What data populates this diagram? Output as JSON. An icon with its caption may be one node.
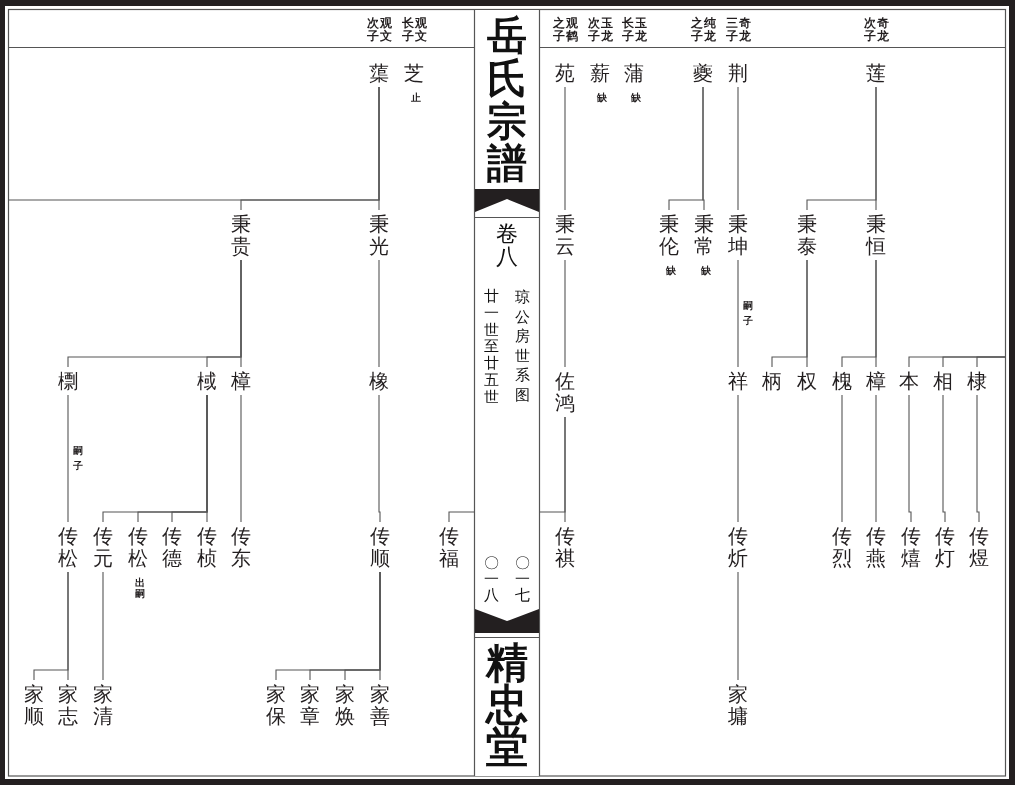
{
  "diagram": {
    "title": "岳氏宗譜",
    "nodes": [
      {
        "text": [
          "莲"
        ],
        "beside": [
          "奇龙次子"
        ]
      },
      {
        "text": [
          "荆"
        ],
        "beside": [
          "奇龙三子"
        ]
      },
      {
        "text": [
          "夔"
        ],
        "beside": [
          "纯龙之子"
        ]
      },
      {
        "text": [
          "蒲"
        ],
        "beside": [
          "玉龙长子",
          "缺"
        ]
      },
      {
        "text": [
          "薪"
        ],
        "beside": [
          "玉龙次子",
          "缺"
        ]
      },
      {
        "text": [
          "苑"
        ],
        "beside": [
          "观鹤之子"
        ]
      },
      {
        "text": [
          "秉恒"
        ]
      },
      {
        "text": [
          "秉泰"
        ]
      },
      {
        "text": [
          "秉坤"
        ]
      },
      {
        "text": [
          "秉常"
        ],
        "beside": [
          "缺"
        ]
      },
      {
        "text": [
          "秉伦"
        ],
        "beside": [
          "缺"
        ]
      },
      {
        "text": [
          "秉云"
        ]
      },
      {
        "text": [
          "棣"
        ]
      },
      {
        "text": [
          "相"
        ]
      },
      {
        "text": [
          "本"
        ]
      },
      {
        "text": [
          "樟"
        ]
      },
      {
        "text": [
          "槐"
        ]
      },
      {
        "text": [
          "权"
        ]
      },
      {
        "text": [
          "柄"
        ]
      },
      {
        "text": [
          "祥"
        ]
      },
      {
        "text": [
          "佐鸿"
        ]
      },
      {
        "text": [
          "传煜"
        ]
      },
      {
        "text": [
          "传灯"
        ]
      },
      {
        "text": [
          "传熺"
        ]
      },
      {
        "text": [
          "传燕"
        ]
      },
      {
        "text": [
          "传烈"
        ]
      },
      {
        "text": [
          "传炘"
        ]
      },
      {
        "text": [
          "传祺"
        ]
      },
      {
        "text": [
          "家墉"
        ]
      },
      {
        "text": [
          "芝"
        ],
        "beside": [
          "观文长子",
          "止"
        ]
      },
      {
        "text": [
          "蕖"
        ],
        "beside": [
          "观文次子"
        ]
      },
      {
        "text": [
          "秉光"
        ]
      },
      {
        "text": [
          "秉贵"
        ]
      },
      {
        "text": [
          "橡"
        ]
      },
      {
        "text": [
          "樟"
        ]
      },
      {
        "text": [
          "棫"
        ]
      },
      {
        "text": [
          "檦"
        ]
      },
      {
        "text": [
          "传福"
        ]
      },
      {
        "text": [
          "传顺"
        ]
      },
      {
        "text": [
          "传东"
        ]
      },
      {
        "text": [
          "传桢"
        ]
      },
      {
        "text": [
          "传德"
        ]
      },
      {
        "text": [
          "传松"
        ],
        "beside": [
          "出嗣"
        ]
      },
      {
        "text": [
          "传元"
        ]
      },
      {
        "text": [
          "传松"
        ]
      },
      {
        "text": [
          "家善"
        ]
      },
      {
        "text": [
          "家焕"
        ]
      },
      {
        "text": [
          "家章"
        ]
      },
      {
        "text": [
          "家保"
        ]
      },
      {
        "text": [
          "家清"
        ]
      },
      {
        "text": [
          "家志"
        ]
      },
      {
        "text": [
          "家顺"
        ]
      }
    ],
    "edges": [
      {
        "from": 0,
        "to": 6,
        "arrow": "none"
      },
      {
        "from": 0,
        "to": 7,
        "arrow": "none"
      },
      {
        "from": 1,
        "to": 8,
        "arrow": "none"
      },
      {
        "from": 2,
        "to": 9,
        "arrow": "none"
      },
      {
        "from": 2,
        "to": 10,
        "arrow": "none"
      },
      {
        "from": 5,
        "to": 11,
        "arrow": "none"
      },
      {
        "from": 6,
        "to": 16,
        "arrow": "none"
      },
      {
        "from": 6,
        "to": 15,
        "arrow": "none"
      },
      {
        "from": 7,
        "to": 17,
        "arrow": "none"
      },
      {
        "from": 7,
        "to": 18,
        "arrow": "none"
      },
      {
        "from": 8,
        "to": 19,
        "arrow": "none",
        "label": "嗣子"
      },
      {
        "from": null,
        "to": 12,
        "arrow": "none"
      },
      {
        "from": null,
        "to": 13,
        "arrow": "none"
      },
      {
        "from": null,
        "to": 14,
        "arrow": "none"
      },
      {
        "from": 11,
        "to": 20,
        "arrow": "none"
      },
      {
        "from": 12,
        "to": 21,
        "arrow": "none"
      },
      {
        "from": 13,
        "to": 22,
        "arrow": "none"
      },
      {
        "from": 14,
        "to": 23,
        "arrow": "none"
      },
      {
        "from": 15,
        "to": 24,
        "arrow": "none"
      },
      {
        "from": 16,
        "to": 25,
        "arrow": "none"
      },
      {
        "from": 19,
        "to": 26,
        "arrow": "none"
      },
      {
        "from": 20,
        "to": 27,
        "arrow": "none"
      },
      {
        "from": 20,
        "to": 37,
        "arrow": "none"
      },
      {
        "from": 26,
        "to": 28,
        "arrow": "none"
      },
      {
        "from": 30,
        "to": 31,
        "arrow": "none"
      },
      {
        "from": 30,
        "to": 32,
        "arrow": "none"
      },
      {
        "from": 30,
        "to": null,
        "arrow": "none"
      },
      {
        "from": 31,
        "to": 33,
        "arrow": "none"
      },
      {
        "from": 32,
        "to": 34,
        "arrow": "none"
      },
      {
        "from": 32,
        "to": 35,
        "arrow": "none"
      },
      {
        "from": 32,
        "to": 36,
        "arrow": "none"
      },
      {
        "from": 33,
        "to": 38,
        "arrow": "none"
      },
      {
        "from": 34,
        "to": 39,
        "arrow": "none"
      },
      {
        "from": 35,
        "to": 40,
        "arrow": "none"
      },
      {
        "from": 35,
        "to": 41,
        "arrow": "none"
      },
      {
        "from": 35,
        "to": 42,
        "arrow": "none"
      },
      {
        "from": 35,
        "to": 43,
        "arrow": "none"
      },
      {
        "from": 36,
        "to": 44,
        "arrow": "none",
        "label": "嗣子"
      },
      {
        "from": 38,
        "to": 45,
        "arrow": "none"
      },
      {
        "from": 38,
        "to": 46,
        "arrow": "none"
      },
      {
        "from": 38,
        "to": 47,
        "arrow": "none"
      },
      {
        "from": 38,
        "to": 48,
        "arrow": "none"
      },
      {
        "from": 43,
        "to": 49,
        "arrow": "none"
      },
      {
        "from": 44,
        "to": 50,
        "arrow": "none"
      },
      {
        "from": 44,
        "to": 51,
        "arrow": "none"
      }
    ],
    "labels": [
      "卷八",
      "琼公房世系图",
      "廿一世至廿五世",
      "〇一七",
      "〇一八",
      "精忠堂"
    ]
  }
}
